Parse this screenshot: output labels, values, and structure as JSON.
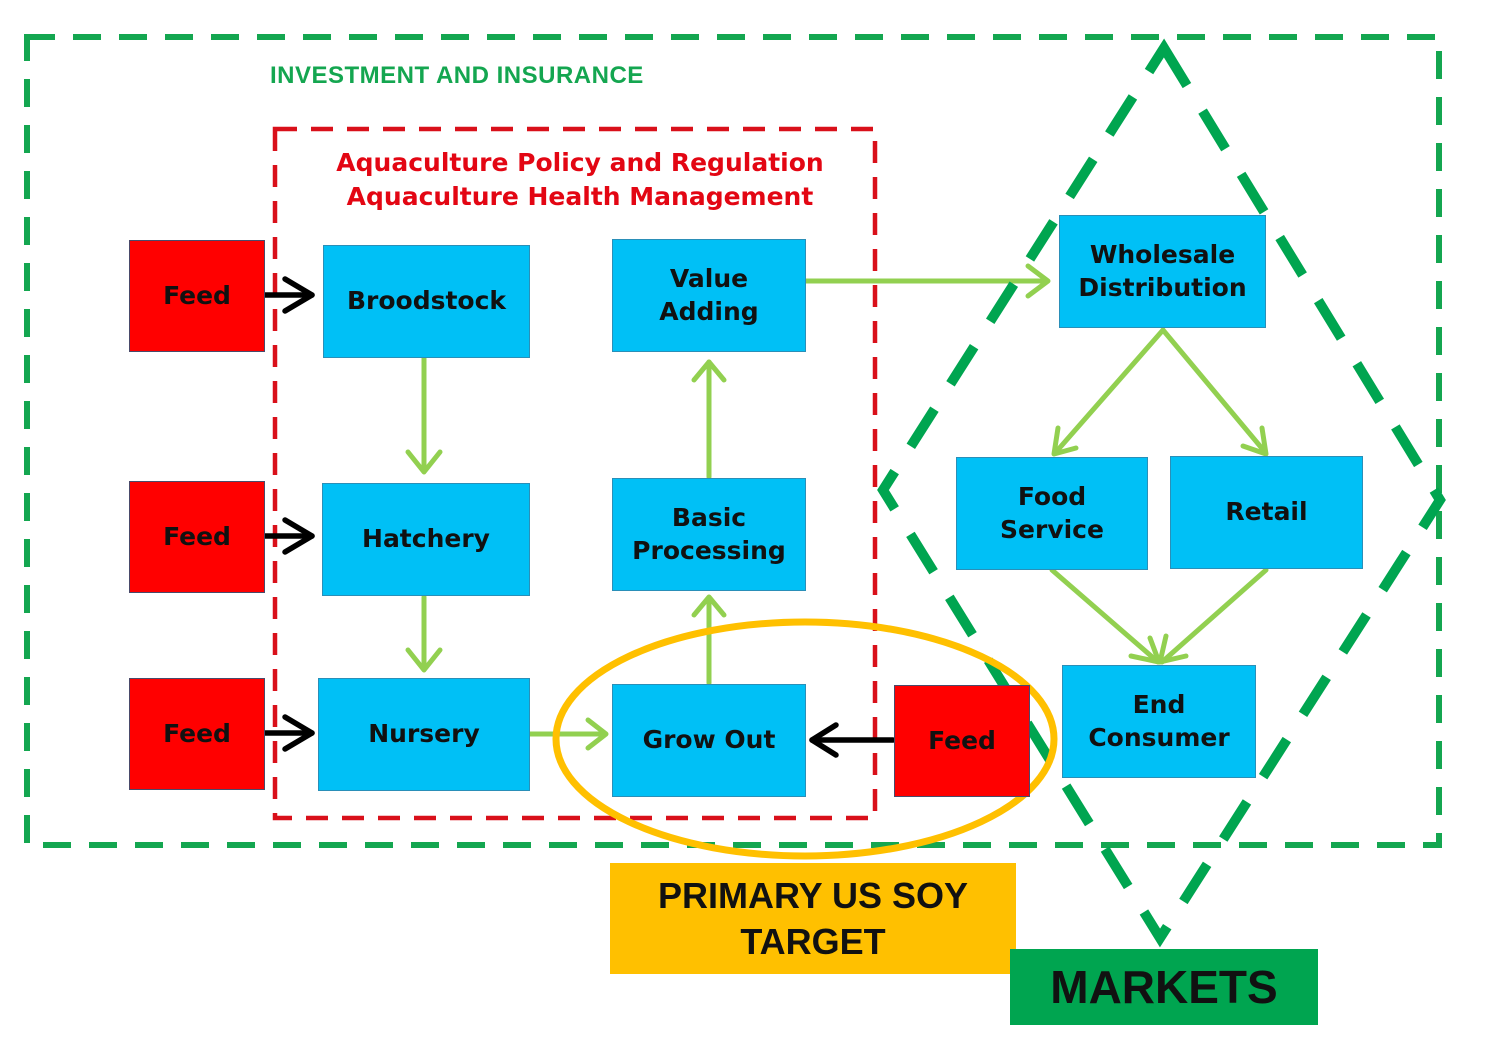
{
  "labels": {
    "investment": "INVESTMENT AND INSURANCE",
    "policy_line1": "Aquaculture Policy and Regulation",
    "policy_line2": "Aquaculture Health Management",
    "target_line1": "PRIMARY US SOY",
    "target_line2": "TARGET",
    "markets": "MARKETS"
  },
  "nodes": {
    "feed_1": "Feed",
    "feed_2": "Feed",
    "feed_3": "Feed",
    "feed_4": "Feed",
    "broodstock": "Broodstock",
    "hatchery": "Hatchery",
    "nursery": "Nursery",
    "grow_out": "Grow Out",
    "basic_processing_1": "Basic",
    "basic_processing_2": "Processing",
    "value_adding_1": "Value",
    "value_adding_2": "Adding",
    "wholesale_1": "Wholesale",
    "wholesale_2": "Distribution",
    "food_service_1": "Food",
    "food_service_2": "Service",
    "retail": "Retail",
    "end_consumer_1": "End",
    "end_consumer_2": "Consumer"
  },
  "edges": [
    {
      "from": "Feed",
      "to": "Broodstock",
      "kind": "input"
    },
    {
      "from": "Feed",
      "to": "Hatchery",
      "kind": "input"
    },
    {
      "from": "Feed",
      "to": "Nursery",
      "kind": "input"
    },
    {
      "from": "Feed",
      "to": "Grow Out",
      "kind": "input"
    },
    {
      "from": "Broodstock",
      "to": "Hatchery",
      "kind": "flow"
    },
    {
      "from": "Hatchery",
      "to": "Nursery",
      "kind": "flow"
    },
    {
      "from": "Nursery",
      "to": "Grow Out",
      "kind": "flow"
    },
    {
      "from": "Grow Out",
      "to": "Basic Processing",
      "kind": "flow"
    },
    {
      "from": "Basic Processing",
      "to": "Value Adding",
      "kind": "flow"
    },
    {
      "from": "Value Adding",
      "to": "Wholesale Distribution",
      "kind": "flow"
    },
    {
      "from": "Wholesale Distribution",
      "to": "Food Service",
      "kind": "flow"
    },
    {
      "from": "Wholesale Distribution",
      "to": "Retail",
      "kind": "flow"
    },
    {
      "from": "Food Service",
      "to": "End Consumer",
      "kind": "flow"
    },
    {
      "from": "Retail",
      "to": "End Consumer",
      "kind": "flow"
    }
  ],
  "colors": {
    "node_blue": "#00c0f6",
    "feed_red": "#ff0000",
    "investment_green": "#14a650",
    "policy_red": "#e30613",
    "flow_arrow": "#92d050",
    "input_arrow": "#000000",
    "target_yellow": "#ffc000",
    "markets_green": "#00a550"
  }
}
